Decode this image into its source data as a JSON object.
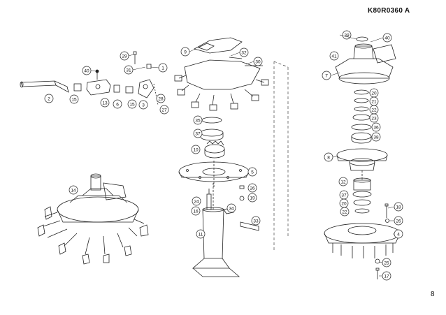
{
  "document": {
    "code": "K80R0360   A",
    "page_number": "8"
  },
  "callouts": {
    "c1": "1",
    "c2": "2",
    "c3": "3",
    "c4": "4",
    "c5": "5",
    "c6": "6",
    "c7": "7",
    "c8": "8",
    "c9": "9",
    "c10": "10",
    "c11": "11",
    "c12": "12",
    "c13": "13",
    "c14": "14",
    "c15": "15",
    "c16": "16",
    "c17": "17",
    "c18": "18",
    "c20": "20",
    "c21": "21",
    "c22": "22",
    "c23": "23",
    "c24": "24",
    "c25": "25",
    "c26": "26",
    "c27": "27",
    "c28": "28",
    "c29": "29",
    "c30": "30",
    "c31": "31",
    "c32": "32",
    "c33": "33",
    "c34": "34",
    "c35": "35",
    "c36": "36",
    "c37": "37",
    "c38": "38",
    "c39": "39",
    "c40": "40",
    "c41": "41"
  },
  "colors": {
    "line": "#222222",
    "fill": "#ffffff",
    "shade": "#d8d8d8"
  }
}
